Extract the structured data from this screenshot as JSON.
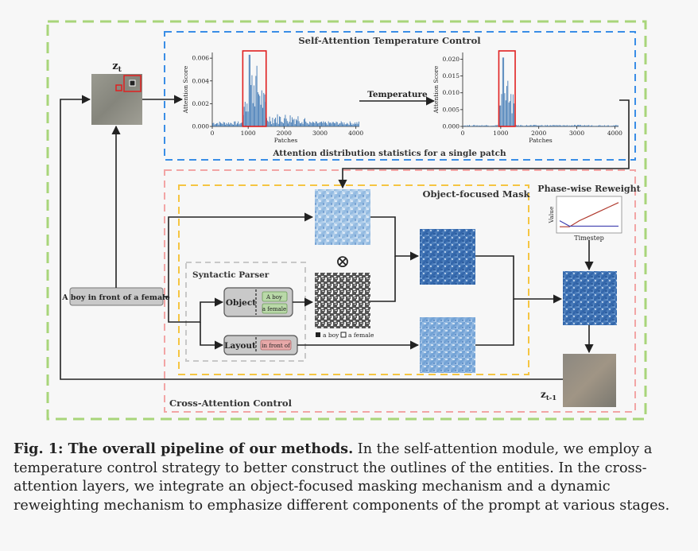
{
  "diagram": {
    "self_attention": {
      "title": "Self-Attention Temperature Control",
      "subtitle": "Attention distribution statistics for a single patch",
      "temperature_label": "Temperature"
    },
    "latent_top_label": "z",
    "latent_top_sub": "t",
    "latent_bottom_label": "z",
    "latent_bottom_sub": "t-1",
    "prompt_text": "A boy in front of a female",
    "syntactic_parser": {
      "title": "Syntactic Parser",
      "object_label": "Object",
      "object_tokens": [
        "A boy",
        "a female"
      ],
      "layout_label": "Layout",
      "layout_token": "in front of"
    },
    "mask": {
      "title": "Object-focused Mask",
      "legend": [
        "a boy",
        "a female"
      ],
      "operator": "⊗"
    },
    "reweight": {
      "title": "Phase-wise Reweight",
      "ylabel": "Value",
      "xlabel": "Timestep"
    },
    "cross_attention_label": "Cross-Attention Control",
    "colors": {
      "green_frame": "#a8d57a",
      "blue_frame": "#3a8ee6",
      "pink_frame": "#f2a5a5",
      "yellow_frame": "#f5c542",
      "grey_frame": "#c8c8c8",
      "highlight_red": "#e02020",
      "hist_blue": "#3f78b4"
    }
  },
  "chart_data": [
    {
      "type": "bar",
      "title": "",
      "xlabel": "Patches",
      "ylabel": "Attention Score",
      "xlim": [
        0,
        4096
      ],
      "ylim": [
        0,
        0.0065
      ],
      "xticks": [
        "0",
        "1000",
        "2000",
        "3000",
        "4000"
      ],
      "yticks": [
        "0.000",
        "0.002",
        "0.004",
        "0.006"
      ],
      "highlight_range": [
        850,
        1500
      ],
      "peak": {
        "x": 1050,
        "y": 0.0063
      }
    },
    {
      "type": "bar",
      "title": "",
      "xlabel": "Patches",
      "ylabel": "Attention Score",
      "xlim": [
        0,
        4096
      ],
      "ylim": [
        0,
        0.022
      ],
      "xticks": [
        "0",
        "1000",
        "2000",
        "3000",
        "4000"
      ],
      "yticks": [
        "0.000",
        "0.005",
        "0.010",
        "0.015",
        "0.020"
      ],
      "highlight_range": [
        950,
        1380
      ],
      "peak": {
        "x": 1060,
        "y": 0.0205
      }
    },
    {
      "type": "line",
      "title": "Phase-wise Reweight",
      "xlabel": "Timestep",
      "ylabel": "Value",
      "series": [
        {
          "color": "#b03a2e",
          "values": [
            0.1,
            0.1,
            0.3,
            0.45,
            0.6,
            0.75,
            0.9
          ]
        },
        {
          "color": "#4040b0",
          "values": [
            0.3,
            0.12,
            0.12,
            0.12,
            0.12,
            0.12,
            0.12
          ]
        }
      ]
    }
  ],
  "caption": {
    "lead": "Fig. 1: The overall pipeline of our methods.",
    "body": " In the self-attention module, we employ a temperature control strategy to better construct the outlines of the entities. In the cross-attention layers, we integrate an object-focused masking mechanism and a dynamic reweighting mechanism to emphasize different components of the prompt at various stages."
  }
}
